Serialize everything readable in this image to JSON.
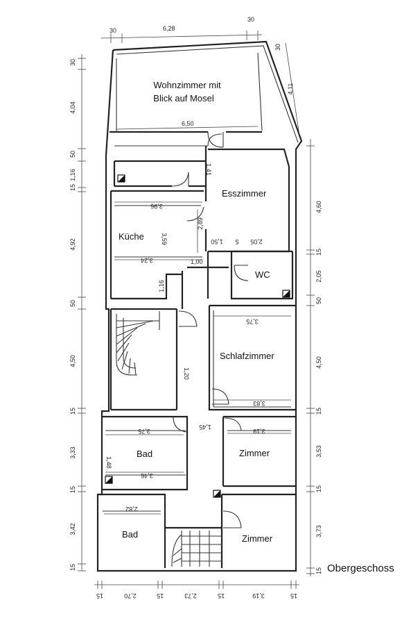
{
  "plan": {
    "caption": "Obergeschoss",
    "rooms": {
      "wohnzimmer_line1": "Wohnzimmer mit",
      "wohnzimmer_line2": "Blick auf Mosel",
      "esszimmer": "Esszimmer",
      "kueche": "Küche",
      "wc": "WC",
      "schlafzimmer": "Schlafzimmer",
      "bad_upper": "Bad",
      "zimmer_upper": "Zimmer",
      "bad_lower": "Bad",
      "zimmer_lower": "Zimmer"
    },
    "dims_top": [
      "30",
      "6,28",
      "30"
    ],
    "dims_left": [
      "30",
      "4,04",
      "50",
      "1,16",
      "15",
      "4,92",
      "50",
      "4,50",
      "15",
      "3,33",
      "15",
      "3,42",
      "15"
    ],
    "dims_right": [
      "30",
      "4,11",
      "4,60",
      "15",
      "2,05",
      "50",
      "4,50",
      "15",
      "3,53",
      "15",
      "3,73",
      "15"
    ],
    "dims_bottom": [
      "15",
      "2,70",
      "15",
      "2,73",
      "15",
      "3,19",
      "15"
    ],
    "dims_inner": {
      "wohn_width": "6,50",
      "kueche_top": "3,96",
      "kueche_height": "3,59",
      "kueche_bottom": "3,24",
      "kueche_small": "1,00",
      "kueche_notch": "1,16",
      "ess_height": "2,89",
      "ess_small": "1,41",
      "ess_bottom": "2,05",
      "ess_b150": "1,50",
      "ess_b5": "5",
      "schlaf_top": "3,75",
      "schlaf_bottom": "3,83",
      "corridor": "1,20",
      "bad_top": "3,75",
      "bad_bottom": "3,46",
      "bad_side": "1,48",
      "flur": "1,45",
      "zimmer_top": "3,19",
      "bad2_top": "2,82"
    }
  }
}
